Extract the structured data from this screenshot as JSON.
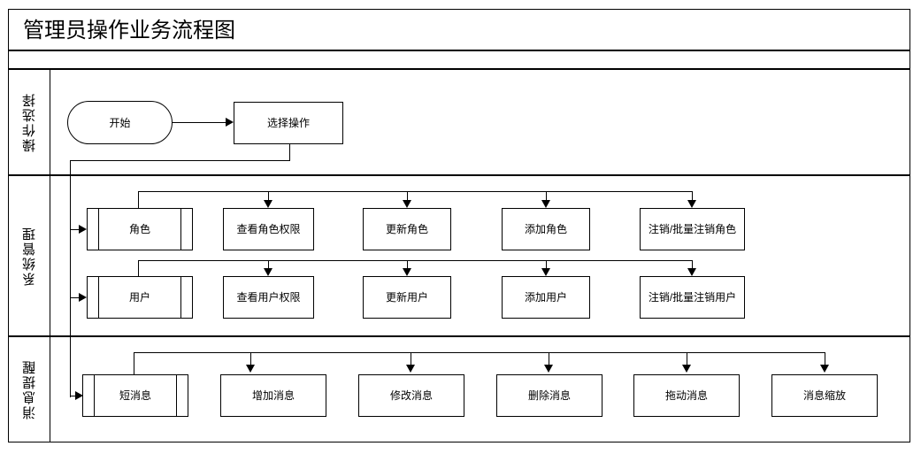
{
  "diagram": {
    "title": "管理员操作业务流程图",
    "lanes": [
      {
        "id": "lane-operation-choice",
        "label": "操作选择"
      },
      {
        "id": "lane-system-management",
        "label": "系统管理"
      },
      {
        "id": "lane-message-reminder",
        "label": "消息提醒"
      }
    ],
    "nodes": {
      "start": "开始",
      "choose_operation": "选择操作",
      "role": "角色",
      "role_view_permission": "查看角色权限",
      "role_update": "更新角色",
      "role_add": "添加角色",
      "role_logout_batch": "注销/批量注销角色",
      "user": "用户",
      "user_view_permission": "查看用户权限",
      "user_update": "更新用户",
      "user_add": "添加用户",
      "user_logout_batch": "注销/批量注销用户",
      "short_message": "短消息",
      "message_add": "增加消息",
      "message_modify": "修改消息",
      "message_delete": "删除消息",
      "message_drag": "拖动消息",
      "message_zoom": "消息缩放"
    },
    "colors": {
      "stroke": "#000000",
      "fill": "#ffffff",
      "background": "#ffffff"
    }
  }
}
